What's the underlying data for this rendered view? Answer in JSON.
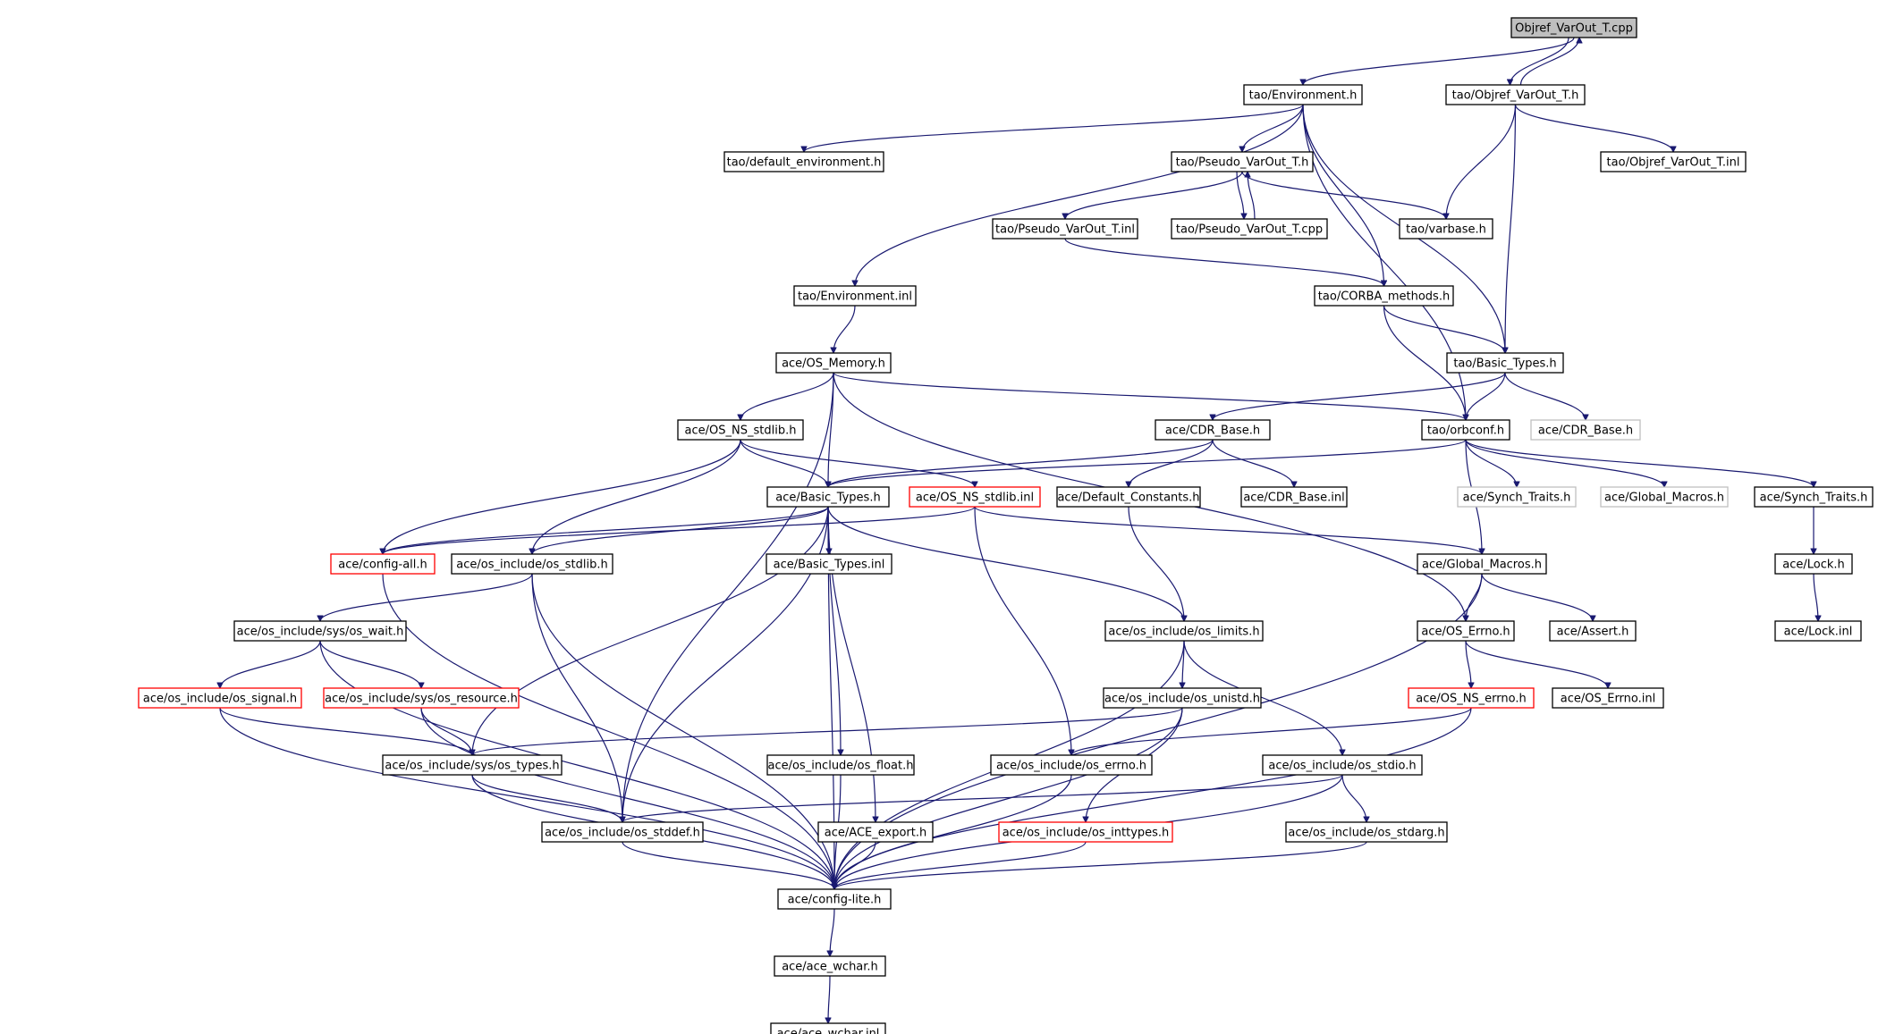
{
  "colors": {
    "edge": "#191970",
    "border_normal": "#000000",
    "border_truncated": "#ff0000",
    "border_external": "#bfbfbf",
    "root_fill": "#bfbfbf",
    "fill": "#ffffff"
  },
  "nodes": [
    {
      "id": "n0",
      "label": "Objref_VarOut_T.cpp",
      "kind": "root"
    },
    {
      "id": "n1",
      "label": "tao/Environment.h",
      "kind": "normal"
    },
    {
      "id": "n2",
      "label": "tao/Objref_VarOut_T.h",
      "kind": "normal"
    },
    {
      "id": "n3",
      "label": "tao/default_environment.h",
      "kind": "normal"
    },
    {
      "id": "n4",
      "label": "tao/Pseudo_VarOut_T.h",
      "kind": "normal"
    },
    {
      "id": "n5",
      "label": "tao/Objref_VarOut_T.inl",
      "kind": "normal"
    },
    {
      "id": "n6",
      "label": "tao/Pseudo_VarOut_T.inl",
      "kind": "normal"
    },
    {
      "id": "n7",
      "label": "tao/Pseudo_VarOut_T.cpp",
      "kind": "normal"
    },
    {
      "id": "n8",
      "label": "tao/varbase.h",
      "kind": "normal"
    },
    {
      "id": "n9",
      "label": "tao/Environment.inl",
      "kind": "normal"
    },
    {
      "id": "n10",
      "label": "tao/CORBA_methods.h",
      "kind": "normal"
    },
    {
      "id": "n11",
      "label": "ace/OS_Memory.h",
      "kind": "normal"
    },
    {
      "id": "n12",
      "label": "tao/Basic_Types.h",
      "kind": "normal"
    },
    {
      "id": "n13",
      "label": "ace/OS_NS_stdlib.h",
      "kind": "normal"
    },
    {
      "id": "n14",
      "label": "ace/CDR_Base.h",
      "kind": "normal"
    },
    {
      "id": "n15",
      "label": "tao/orbconf.h",
      "kind": "normal"
    },
    {
      "id": "n16",
      "label": "ace/CDR_Base.h",
      "kind": "external"
    },
    {
      "id": "n17",
      "label": "ace/Basic_Types.h",
      "kind": "normal"
    },
    {
      "id": "n18",
      "label": "ace/OS_NS_stdlib.inl",
      "kind": "truncated"
    },
    {
      "id": "n19",
      "label": "ace/Default_Constants.h",
      "kind": "normal"
    },
    {
      "id": "n20",
      "label": "ace/CDR_Base.inl",
      "kind": "normal"
    },
    {
      "id": "n21",
      "label": "ace/Synch_Traits.h",
      "kind": "external"
    },
    {
      "id": "n22",
      "label": "ace/Global_Macros.h",
      "kind": "external"
    },
    {
      "id": "n23",
      "label": "ace/Synch_Traits.h",
      "kind": "normal"
    },
    {
      "id": "n24",
      "label": "ace/config-all.h",
      "kind": "truncated"
    },
    {
      "id": "n25",
      "label": "ace/os_include/os_stdlib.h",
      "kind": "normal"
    },
    {
      "id": "n26",
      "label": "ace/Basic_Types.inl",
      "kind": "normal"
    },
    {
      "id": "n27",
      "label": "ace/Global_Macros.h",
      "kind": "normal"
    },
    {
      "id": "n28",
      "label": "ace/Lock.h",
      "kind": "normal"
    },
    {
      "id": "n29",
      "label": "ace/os_include/sys/os_wait.h",
      "kind": "normal"
    },
    {
      "id": "n30",
      "label": "ace/os_include/os_limits.h",
      "kind": "normal"
    },
    {
      "id": "n31",
      "label": "ace/OS_Errno.h",
      "kind": "normal"
    },
    {
      "id": "n32",
      "label": "ace/Assert.h",
      "kind": "normal"
    },
    {
      "id": "n33",
      "label": "ace/Lock.inl",
      "kind": "normal"
    },
    {
      "id": "n34",
      "label": "ace/os_include/os_signal.h",
      "kind": "truncated"
    },
    {
      "id": "n35",
      "label": "ace/os_include/sys/os_resource.h",
      "kind": "truncated"
    },
    {
      "id": "n36",
      "label": "ace/os_include/os_unistd.h",
      "kind": "normal"
    },
    {
      "id": "n37",
      "label": "ace/OS_NS_errno.h",
      "kind": "truncated"
    },
    {
      "id": "n38",
      "label": "ace/OS_Errno.inl",
      "kind": "normal"
    },
    {
      "id": "n39",
      "label": "ace/os_include/sys/os_types.h",
      "kind": "normal"
    },
    {
      "id": "n40",
      "label": "ace/os_include/os_float.h",
      "kind": "normal"
    },
    {
      "id": "n41",
      "label": "ace/os_include/os_errno.h",
      "kind": "normal"
    },
    {
      "id": "n42",
      "label": "ace/os_include/os_stdio.h",
      "kind": "normal"
    },
    {
      "id": "n43",
      "label": "ace/os_include/os_stddef.h",
      "kind": "normal"
    },
    {
      "id": "n44",
      "label": "ace/ACE_export.h",
      "kind": "normal"
    },
    {
      "id": "n45",
      "label": "ace/os_include/os_inttypes.h",
      "kind": "truncated"
    },
    {
      "id": "n46",
      "label": "ace/os_include/os_stdarg.h",
      "kind": "normal"
    },
    {
      "id": "n47",
      "label": "ace/config-lite.h",
      "kind": "normal"
    },
    {
      "id": "n48",
      "label": "ace/ace_wchar.h",
      "kind": "normal"
    },
    {
      "id": "n49",
      "label": "ace/ace_wchar.inl",
      "kind": "normal"
    }
  ],
  "edges": [
    [
      "n0",
      "n1"
    ],
    [
      "n0",
      "n2"
    ],
    [
      "n2",
      "n0"
    ],
    [
      "n1",
      "n3"
    ],
    [
      "n1",
      "n4"
    ],
    [
      "n1",
      "n9"
    ],
    [
      "n1",
      "n10"
    ],
    [
      "n1",
      "n12"
    ],
    [
      "n1",
      "n15"
    ],
    [
      "n2",
      "n5"
    ],
    [
      "n2",
      "n8"
    ],
    [
      "n2",
      "n12"
    ],
    [
      "n4",
      "n6"
    ],
    [
      "n4",
      "n7"
    ],
    [
      "n7",
      "n4"
    ],
    [
      "n4",
      "n8"
    ],
    [
      "n6",
      "n10"
    ],
    [
      "n9",
      "n11"
    ],
    [
      "n10",
      "n12"
    ],
    [
      "n10",
      "n15"
    ],
    [
      "n12",
      "n14"
    ],
    [
      "n12",
      "n15"
    ],
    [
      "n12",
      "n16"
    ],
    [
      "n11",
      "n13"
    ],
    [
      "n11",
      "n17"
    ],
    [
      "n11",
      "n15"
    ],
    [
      "n11",
      "n31"
    ],
    [
      "n11",
      "n43"
    ],
    [
      "n13",
      "n17"
    ],
    [
      "n13",
      "n18"
    ],
    [
      "n13",
      "n24"
    ],
    [
      "n13",
      "n25"
    ],
    [
      "n14",
      "n17"
    ],
    [
      "n14",
      "n19"
    ],
    [
      "n14",
      "n20"
    ],
    [
      "n15",
      "n17"
    ],
    [
      "n15",
      "n21"
    ],
    [
      "n15",
      "n22"
    ],
    [
      "n15",
      "n23"
    ],
    [
      "n15",
      "n27"
    ],
    [
      "n23",
      "n28"
    ],
    [
      "n28",
      "n33"
    ],
    [
      "n18",
      "n24"
    ],
    [
      "n18",
      "n27"
    ],
    [
      "n18",
      "n41"
    ],
    [
      "n17",
      "n24"
    ],
    [
      "n17",
      "n25"
    ],
    [
      "n17",
      "n26"
    ],
    [
      "n17",
      "n30"
    ],
    [
      "n17",
      "n39"
    ],
    [
      "n17",
      "n40"
    ],
    [
      "n17",
      "n43"
    ],
    [
      "n17",
      "n44"
    ],
    [
      "n17",
      "n47"
    ],
    [
      "n19",
      "n30"
    ],
    [
      "n24",
      "n47"
    ],
    [
      "n25",
      "n29"
    ],
    [
      "n25",
      "n43"
    ],
    [
      "n25",
      "n47"
    ],
    [
      "n27",
      "n31"
    ],
    [
      "n27",
      "n32"
    ],
    [
      "n27",
      "n47"
    ],
    [
      "n29",
      "n34"
    ],
    [
      "n29",
      "n35"
    ],
    [
      "n29",
      "n47"
    ],
    [
      "n30",
      "n36"
    ],
    [
      "n30",
      "n42"
    ],
    [
      "n30",
      "n47"
    ],
    [
      "n31",
      "n37"
    ],
    [
      "n31",
      "n38"
    ],
    [
      "n34",
      "n39"
    ],
    [
      "n34",
      "n47"
    ],
    [
      "n35",
      "n39"
    ],
    [
      "n35",
      "n47"
    ],
    [
      "n36",
      "n39"
    ],
    [
      "n36",
      "n45"
    ],
    [
      "n36",
      "n47"
    ],
    [
      "n37",
      "n41"
    ],
    [
      "n37",
      "n47"
    ],
    [
      "n39",
      "n43"
    ],
    [
      "n39",
      "n47"
    ],
    [
      "n40",
      "n47"
    ],
    [
      "n41",
      "n47"
    ],
    [
      "n42",
      "n43"
    ],
    [
      "n42",
      "n46"
    ],
    [
      "n42",
      "n47"
    ],
    [
      "n43",
      "n47"
    ],
    [
      "n44",
      "n47"
    ],
    [
      "n45",
      "n47"
    ],
    [
      "n46",
      "n47"
    ],
    [
      "n47",
      "n48"
    ],
    [
      "n48",
      "n49"
    ]
  ]
}
